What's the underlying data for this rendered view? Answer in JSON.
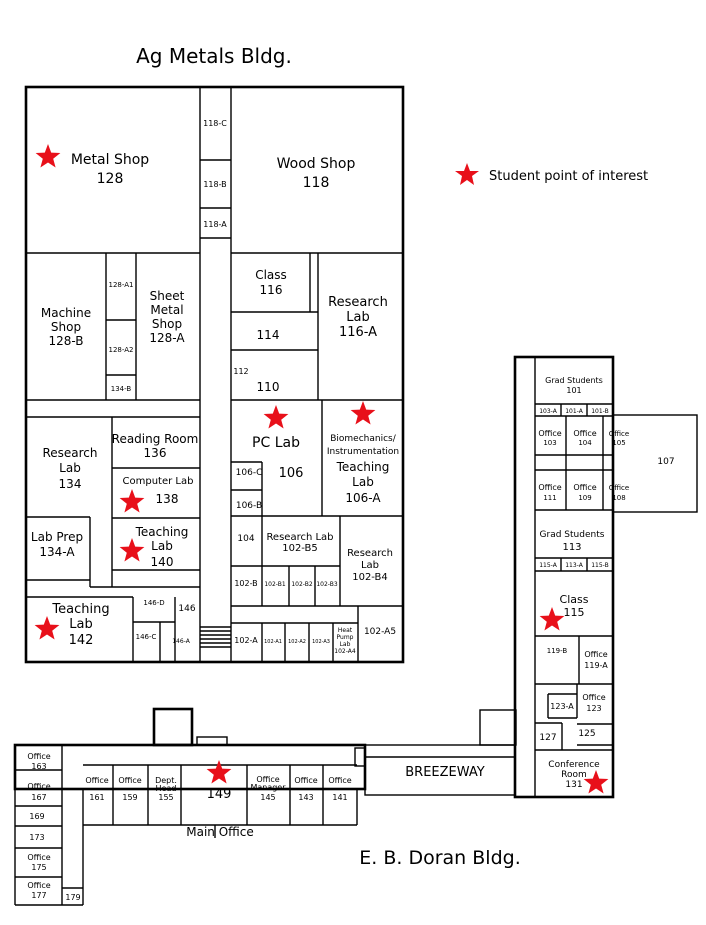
{
  "map": {
    "building_top": "Ag Metals Bldg.",
    "building_bottom": "E. B. Doran Bldg.",
    "legend": {
      "label": "Student point of interest",
      "icon": "star-icon",
      "color": "#e8101a"
    },
    "breezeway": "BREEZEWAY",
    "main_office_callout": "Main Office"
  },
  "rooms": {
    "r128": [
      "Metal Shop",
      "128"
    ],
    "r118": [
      "Wood Shop",
      "118"
    ],
    "r118c": "118-C",
    "r118b": "118-B",
    "r118a": "118-A",
    "r128b": [
      "Machine",
      "Shop",
      "128-B"
    ],
    "r128a1": "128-A1",
    "r128a2": "128-A2",
    "r134b": "134-B",
    "r128a": [
      "Sheet",
      "Metal",
      "Shop",
      "128-A"
    ],
    "r116": [
      "Class",
      "116"
    ],
    "r114": "114",
    "r112": "112",
    "r110": "110",
    "r116a": [
      "Research",
      "Lab",
      "116-A"
    ],
    "r134": [
      "Research",
      "Lab",
      "134"
    ],
    "r136": [
      "Reading Room",
      "136"
    ],
    "r138": [
      "Computer Lab",
      "138"
    ],
    "r140": [
      "Teaching",
      "Lab",
      "140"
    ],
    "r106": [
      "PC Lab",
      "106"
    ],
    "r106c": "106-C",
    "r106b": "106-B",
    "r106a": [
      "Biomechanics/",
      "Instrumentation",
      "Teaching",
      "Lab",
      "106-A"
    ],
    "r134a": [
      "Lab Prep",
      "134-A"
    ],
    "r142": [
      "Teaching",
      "Lab",
      "142"
    ],
    "r146d": "146-D",
    "r146": "146",
    "r146c": "146-C",
    "r146a": "146-A",
    "r104": "104",
    "r102b5": [
      "Research Lab",
      "102-B5"
    ],
    "r102b4": [
      "Research",
      "Lab",
      "102-B4"
    ],
    "r102b": "102-B",
    "r102b1": "102-B1",
    "r102b2": "102-B2",
    "r102b3": "102-B3",
    "r102a": "102-A",
    "r102a1": "102-A1",
    "r102a2": "102-A2",
    "r102a3": "102-A3",
    "r102a4": [
      "Heat",
      "Pump",
      "Lab",
      "102-A4"
    ],
    "r102a5": "102-A5",
    "r101": [
      "Grad Students",
      "101"
    ],
    "r103a": "103-A",
    "r101a": "101-A",
    "r101b": "101-B",
    "r103": [
      "Office",
      "103"
    ],
    "r104o": [
      "Office",
      "104"
    ],
    "r105": [
      "Office",
      "105"
    ],
    "r107": "107",
    "r111": [
      "Office",
      "111"
    ],
    "r109": [
      "Office",
      "109"
    ],
    "r108": [
      "Office",
      "108"
    ],
    "r113": [
      "Grad Students",
      "113"
    ],
    "r115a": "115-A",
    "r113a": "113-A",
    "r115b": "115-B",
    "r115": [
      "Class",
      "115"
    ],
    "r119b": "119-B",
    "r119a": [
      "Office",
      "119-A"
    ],
    "r123a": "123-A",
    "r123": [
      "Office",
      "123"
    ],
    "r127": "127",
    "r125": "125",
    "r131": [
      "Conference",
      "Room",
      "131"
    ],
    "r163": [
      "Office",
      "163"
    ],
    "r167": [
      "Office",
      "167"
    ],
    "r169": "169",
    "r173": "173",
    "r175": [
      "Office",
      "175"
    ],
    "r177": [
      "Office",
      "177"
    ],
    "r179": "179",
    "r161": [
      "Office",
      "161"
    ],
    "r159": [
      "Office",
      "159"
    ],
    "r155": [
      "Dept.",
      "Head",
      "155"
    ],
    "r149": "149",
    "r145": [
      "Office",
      "Manager",
      "145"
    ],
    "r143": [
      "Office",
      "143"
    ],
    "r141": [
      "Office",
      "141"
    ]
  }
}
